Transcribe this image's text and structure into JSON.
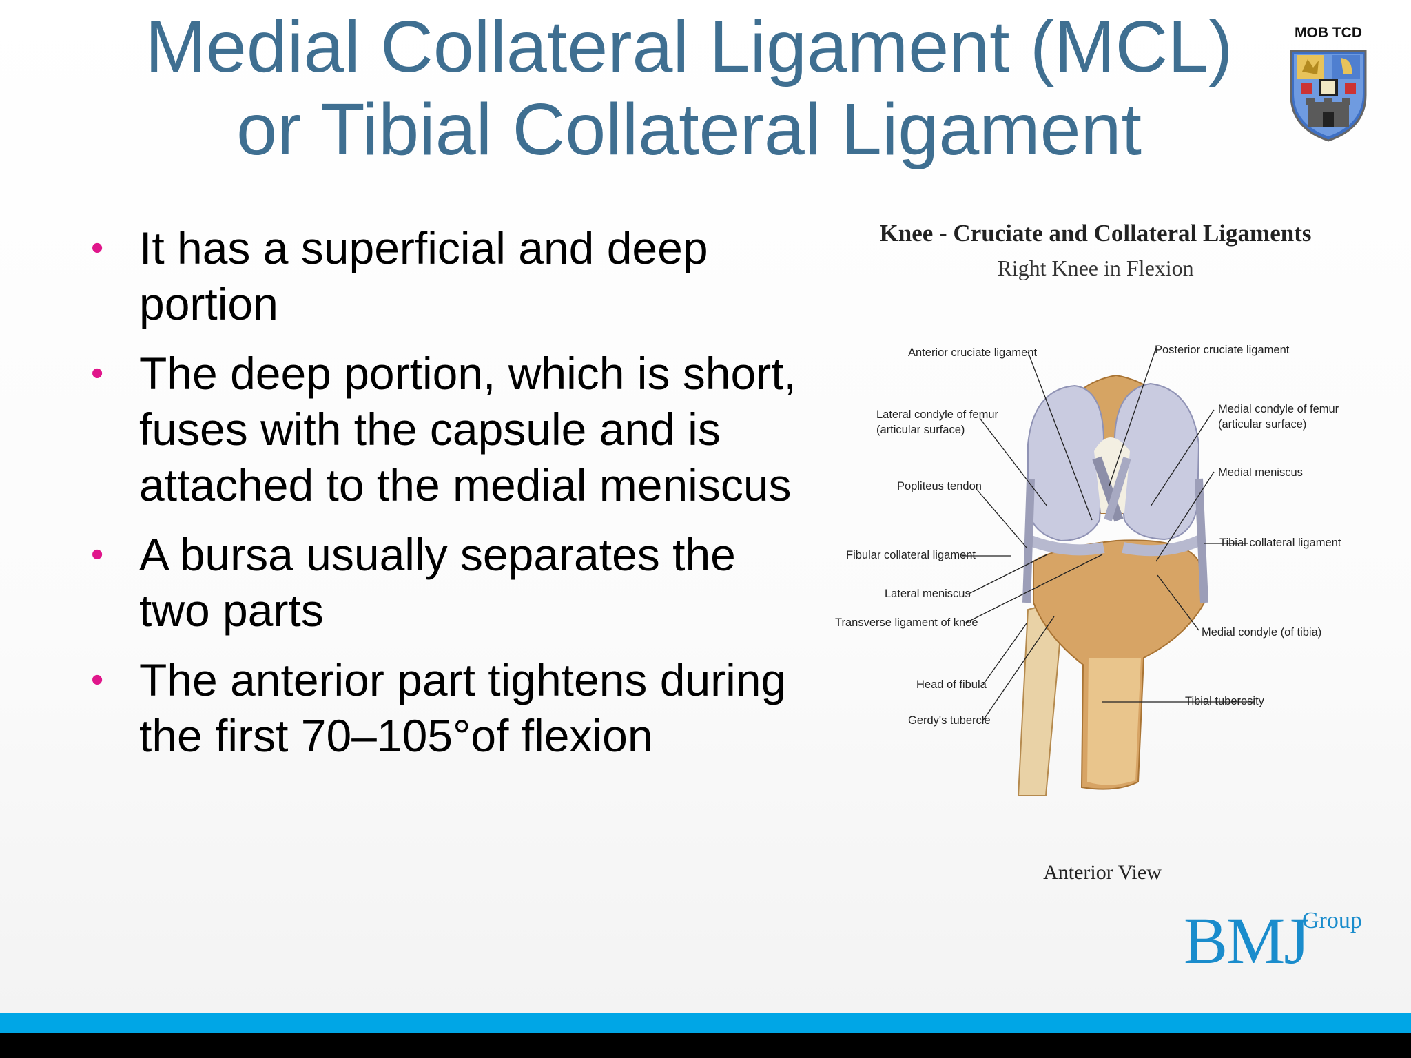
{
  "slide": {
    "title_line1": "Medial Collateral Ligament (MCL)",
    "title_line2": "or Tibial Collateral Ligament",
    "badge_label": "MOB TCD",
    "bullets": [
      "It has a superficial and deep portion",
      "The deep portion, which is short, fuses with the capsule and is attached to the medial meniscus",
      "A bursa usually separates the two parts",
      "The anterior part tightens during the first 70–105°of flexion"
    ]
  },
  "figure": {
    "title": "Knee - Cruciate and Collateral Ligaments",
    "subtitle": "Right Knee in Flexion",
    "caption": "Anterior View",
    "labels": {
      "anterior_cruciate": "Anterior cruciate ligament",
      "posterior_cruciate": "Posterior cruciate ligament",
      "lateral_condyle_1": "Lateral condyle of femur",
      "lateral_condyle_2": "(articular surface)",
      "medial_condyle_femur_1": "Medial condyle of femur",
      "medial_condyle_femur_2": "(articular surface)",
      "popliteus": "Popliteus tendon",
      "medial_meniscus": "Medial meniscus",
      "fibular_collateral": "Fibular collateral ligament",
      "tibial_collateral": "Tibial collateral ligament",
      "lateral_meniscus": "Lateral meniscus",
      "transverse_ligament": "Transverse ligament of knee",
      "medial_condyle_tibia": "Medial condyle (of tibia)",
      "head_fibula": "Head of fibula",
      "tibial_tuberosity": "Tibial tuberosity",
      "gerdys": "Gerdy's tubercle"
    }
  },
  "logo": {
    "main": "BMJ",
    "suffix": "Group"
  },
  "colors": {
    "title": "#3f6f91",
    "bullet": "#e0168b",
    "bar_blue": "#00a6e6",
    "bar_black": "#000000",
    "logo": "#1a8ccc"
  }
}
